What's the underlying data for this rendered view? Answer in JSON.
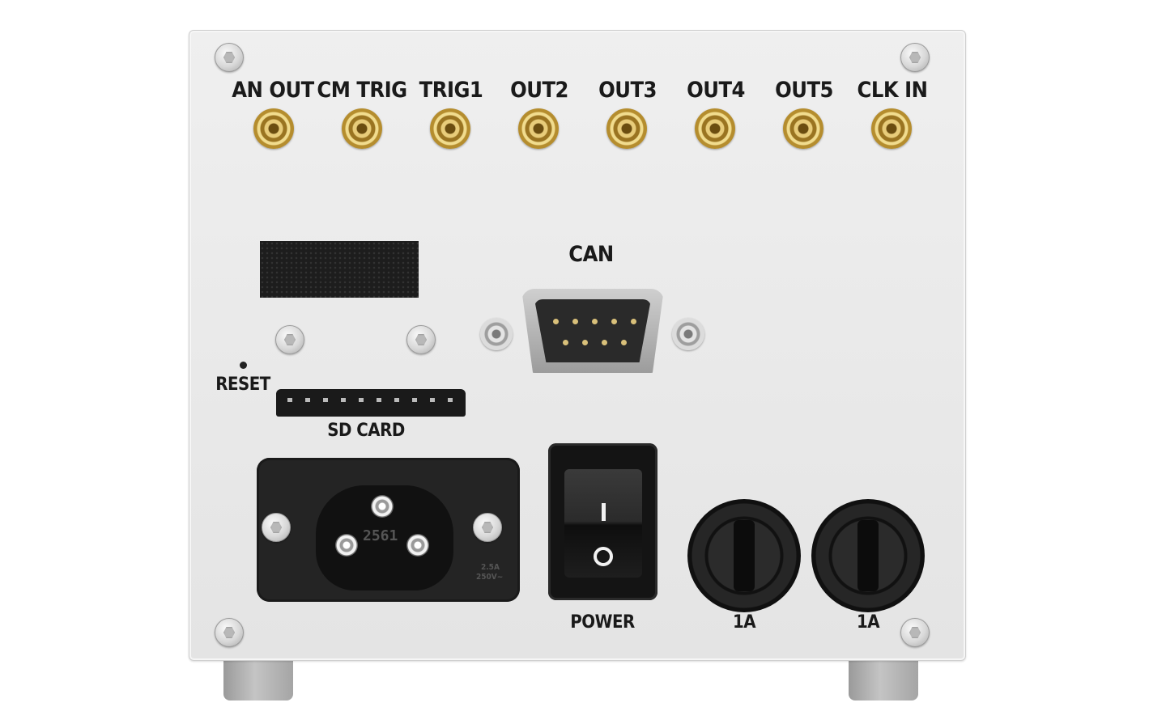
{
  "connectors": {
    "an_out": "AN OUT",
    "cm_trig": "CM TRIG",
    "trig1": "TRIG1",
    "out2": "OUT2",
    "out3": "OUT3",
    "out4": "OUT4",
    "out5": "OUT5",
    "clk_in": "CLK IN"
  },
  "can_label": "CAN",
  "reset_label": "RESET",
  "sd_card_label": "SD CARD",
  "power_label": "POWER",
  "fuses": [
    "1A",
    "1A"
  ],
  "inlet": {
    "model_number": "2561",
    "rating_line1": "2.5A",
    "rating_line2": "250V~"
  }
}
